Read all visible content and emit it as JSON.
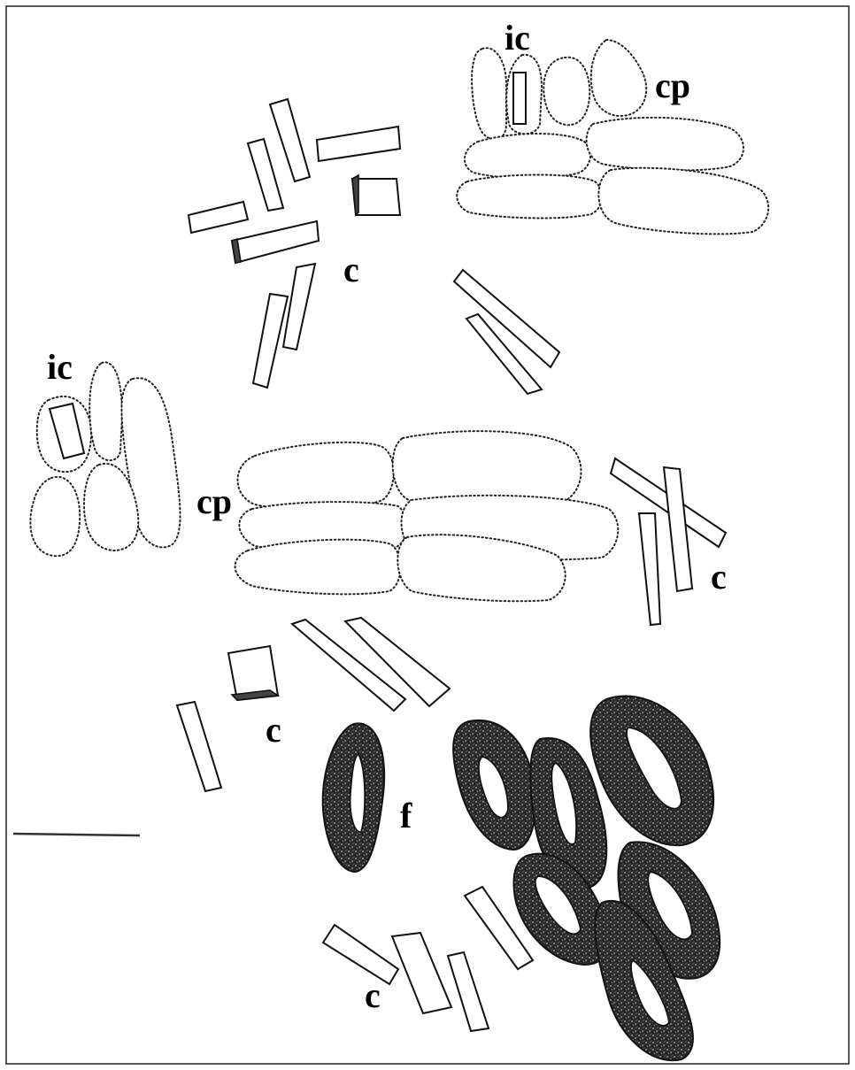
{
  "labels": {
    "ic": "ic",
    "cp": "cp",
    "c": "c",
    "f": "f"
  },
  "colors": {
    "ink": "#111111",
    "fiber_fill": "#2a2a2a",
    "background": "#ffffff"
  }
}
